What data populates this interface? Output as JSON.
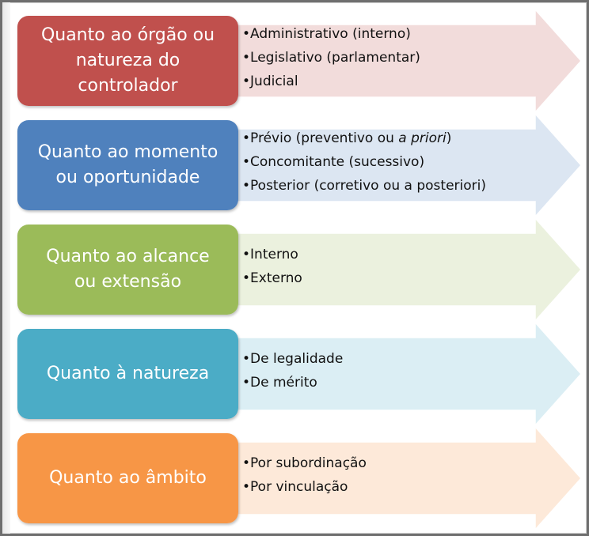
{
  "rows": [
    {
      "label": "Quanto ao órgão ou\nnatureza do\ncontrolador",
      "color": "#c0504d",
      "arrow_fill": "#f2dcdb",
      "items": [
        {
          "text": "Administrativo (interno)"
        },
        {
          "text": "Legislativo (parlamentar)"
        },
        {
          "text": "Judicial"
        }
      ]
    },
    {
      "label": "Quanto ao momento\nou oportunidade",
      "color": "#4f81bd",
      "arrow_fill": "#dce6f2",
      "items": [
        {
          "text": "Prévio (preventivo ou ",
          "italic": "a priori",
          "after": ")"
        },
        {
          "text": "Concomitante (sucessivo)"
        },
        {
          "text": "Posterior (corretivo ou a posteriori)"
        }
      ]
    },
    {
      "label": "Quanto ao alcance\nou extensão",
      "color": "#9bbb59",
      "arrow_fill": "#ebf1de",
      "items": [
        {
          "text": "Interno"
        },
        {
          "text": "Externo"
        }
      ]
    },
    {
      "label": "Quanto à natureza",
      "color": "#4bacc6",
      "arrow_fill": "#dbeef4",
      "items": [
        {
          "text": "De legalidade"
        },
        {
          "text": "De mérito"
        }
      ]
    },
    {
      "label": "Quanto ao âmbito",
      "color": "#f79646",
      "arrow_fill": "#fde9d9",
      "items": [
        {
          "text": "Por subordinação"
        },
        {
          "text": "Por vinculação"
        }
      ]
    }
  ]
}
